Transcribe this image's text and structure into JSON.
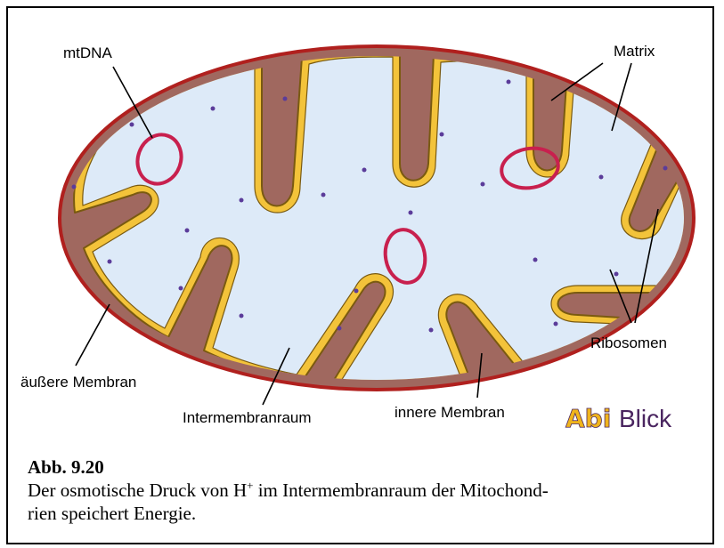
{
  "colors": {
    "outer_membrane": "#a0685f",
    "outer_edge": "#b0201e",
    "inner_membrane": "#f3c33a",
    "inner_edge": "#7a5a10",
    "matrix": "#ddeaf8",
    "mtdna": "#c8204e",
    "ribosome": "#5b3c9a",
    "brand_yellow": "#f0b51c",
    "brand_purple": "#4a2560"
  },
  "labels": {
    "mtdna": "mtDNA",
    "matrix": "Matrix",
    "ribosomes": "Ribosomen",
    "outer_membrane": "äußere Membran",
    "intermembrane_space": "Intermembranraum",
    "inner_membrane": "innere Membran"
  },
  "logo": {
    "abi": "Abi",
    "blick": "Blick"
  },
  "caption": {
    "figure_number": "Abb. 9.20",
    "text_before_sup": "Der osmotische Druck von H",
    "superscript": "+",
    "text_after_sup": " im Intermembranraum der Mitochond-",
    "line2": "rien speichert Energie."
  },
  "icons": [
    "mitochondrion-diagram",
    "abiblick-logo"
  ]
}
